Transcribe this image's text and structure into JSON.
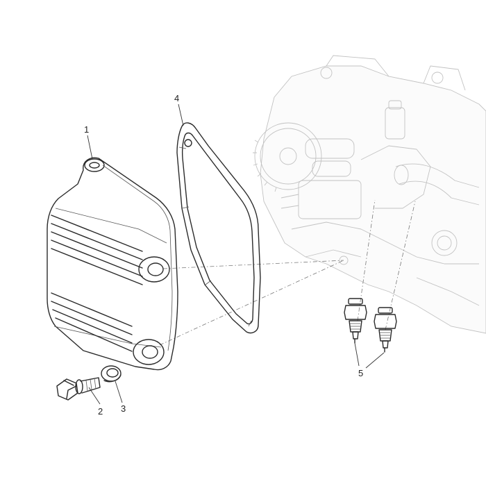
{
  "diagram": {
    "callouts": {
      "cover": "1",
      "bolt": "2",
      "washer": "3",
      "gasket": "4",
      "plugs": "5"
    }
  }
}
